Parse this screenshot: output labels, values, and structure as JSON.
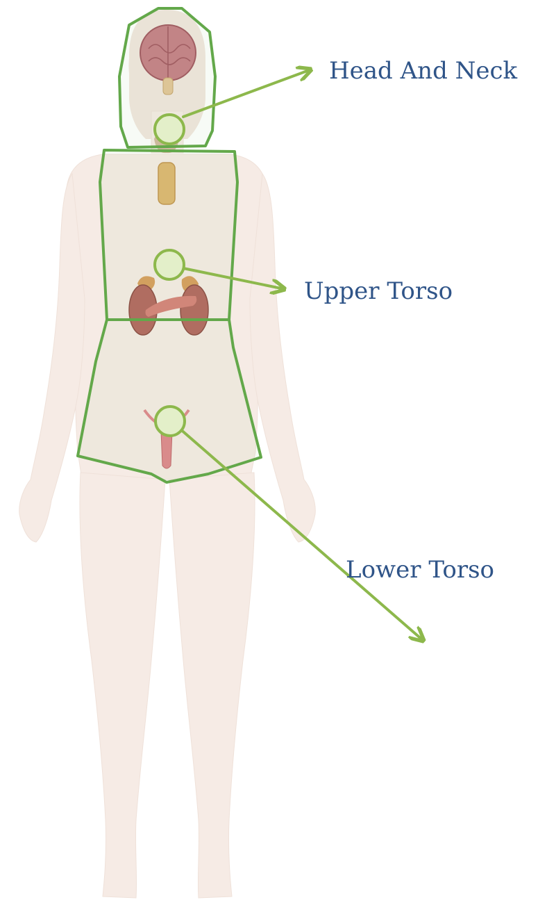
{
  "regions": [
    {
      "id": "head",
      "label": "Head And Neck"
    },
    {
      "id": "upper",
      "label": "Upper Torso"
    },
    {
      "id": "lower",
      "label": "Lower Torso"
    }
  ],
  "colors": {
    "outline": "#63a84a",
    "pointer": "#8db84c",
    "hotspot_fill": "#e3efc9",
    "label": "#2f5488",
    "skin": "#f6ebe5"
  }
}
